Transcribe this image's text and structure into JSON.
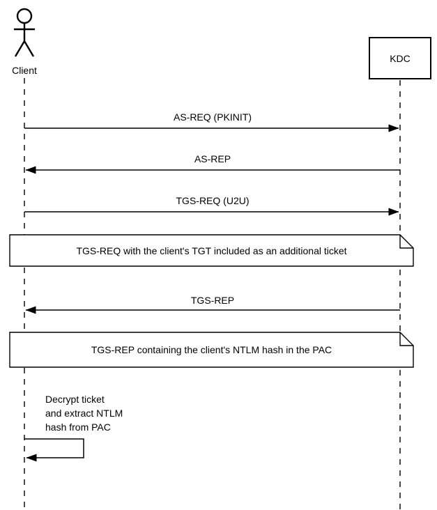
{
  "actors": {
    "client": {
      "label": "Client",
      "type": "person"
    },
    "kdc": {
      "label": "KDC",
      "type": "box"
    }
  },
  "messages": [
    {
      "label": "AS-REQ (PKINIT)",
      "from": "Client",
      "to": "KDC",
      "direction": "right"
    },
    {
      "label": "AS-REP",
      "from": "KDC",
      "to": "Client",
      "direction": "left"
    },
    {
      "label": "TGS-REQ (U2U)",
      "from": "Client",
      "to": "KDC",
      "direction": "right"
    },
    {
      "label": "TGS-REP",
      "from": "KDC",
      "to": "Client",
      "direction": "left"
    }
  ],
  "self_message": {
    "actor": "Client",
    "lines": [
      "Decrypt ticket",
      "and extract NTLM",
      "hash from PAC"
    ]
  },
  "notes": [
    {
      "text": "TGS-REQ with the client's TGT included as an additional ticket"
    },
    {
      "text": "TGS-REP containing the client's NTLM hash in the PAC"
    }
  ],
  "colors": {
    "stroke": "#000000",
    "background": "#ffffff",
    "text": "#000000",
    "note_fill": "#ffffff"
  }
}
